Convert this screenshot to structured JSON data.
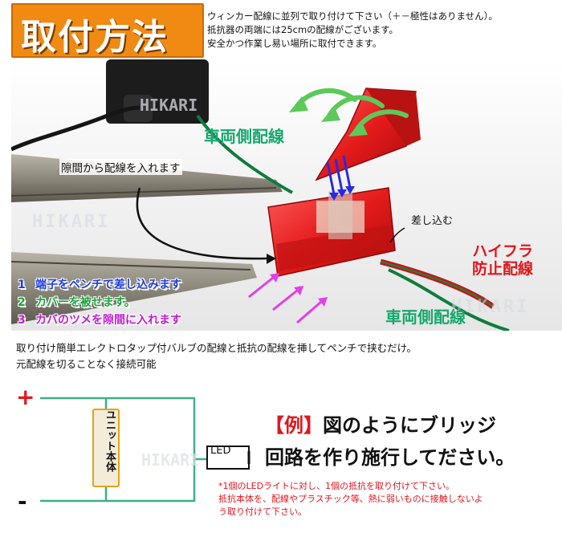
{
  "header": {
    "title": "取付方法",
    "notes": [
      "ウィンカー配線に並列で取り付けて下さい（＋－極性はありません）。",
      "抵抗器の両端には25cmの配線がございます。",
      "安全かつ作業し易い場所に取付できます。"
    ]
  },
  "photo": {
    "watermark": "HIKARI",
    "vehicle_side_wire_top": "車両側配線",
    "gap_label": "隙間から配線を入れます",
    "insert_label": "差し込む",
    "hyper_flash_line1": "ハイフラ",
    "hyper_flash_line2": "防止配線",
    "vehicle_side_wire_bottom": "車両側配線",
    "steps": [
      {
        "num": "1",
        "text": "端子をペンチで差し込みます"
      },
      {
        "num": "2",
        "text": "カバーを被せます。"
      },
      {
        "num": "3",
        "text": "カバのツメを隙間に入れます"
      }
    ]
  },
  "description": {
    "lines": [
      "取り付け簡単エレクトロタップ付バルブの配線と抵抗の配線を挿してペンチで挟むだけ。",
      "元配線を切ることなく接続可能"
    ]
  },
  "circuit": {
    "plus": "+",
    "minus": "-",
    "unit_label": "ユニット本体",
    "led_label": "LED",
    "example_tag": "【例】",
    "example_line1": "図のようにブリッジ",
    "example_line2": "回路を作り施行してださい。",
    "caution": [
      "*1個のLEDライトに対し、1個の抵抗を取り付けて下さい。",
      "抵抗本体を、配線やプラスチック等、熱に弱いものに接触しないよ",
      "う取り付けて下さい。"
    ]
  },
  "colors": {
    "title_bg": "#f08a13",
    "accent_red": "#e2161c",
    "wire_green": "#17a86e",
    "step_blue": "#1d3ce0",
    "step_green": "#19a33b",
    "step_magenta": "#c21bd1"
  }
}
